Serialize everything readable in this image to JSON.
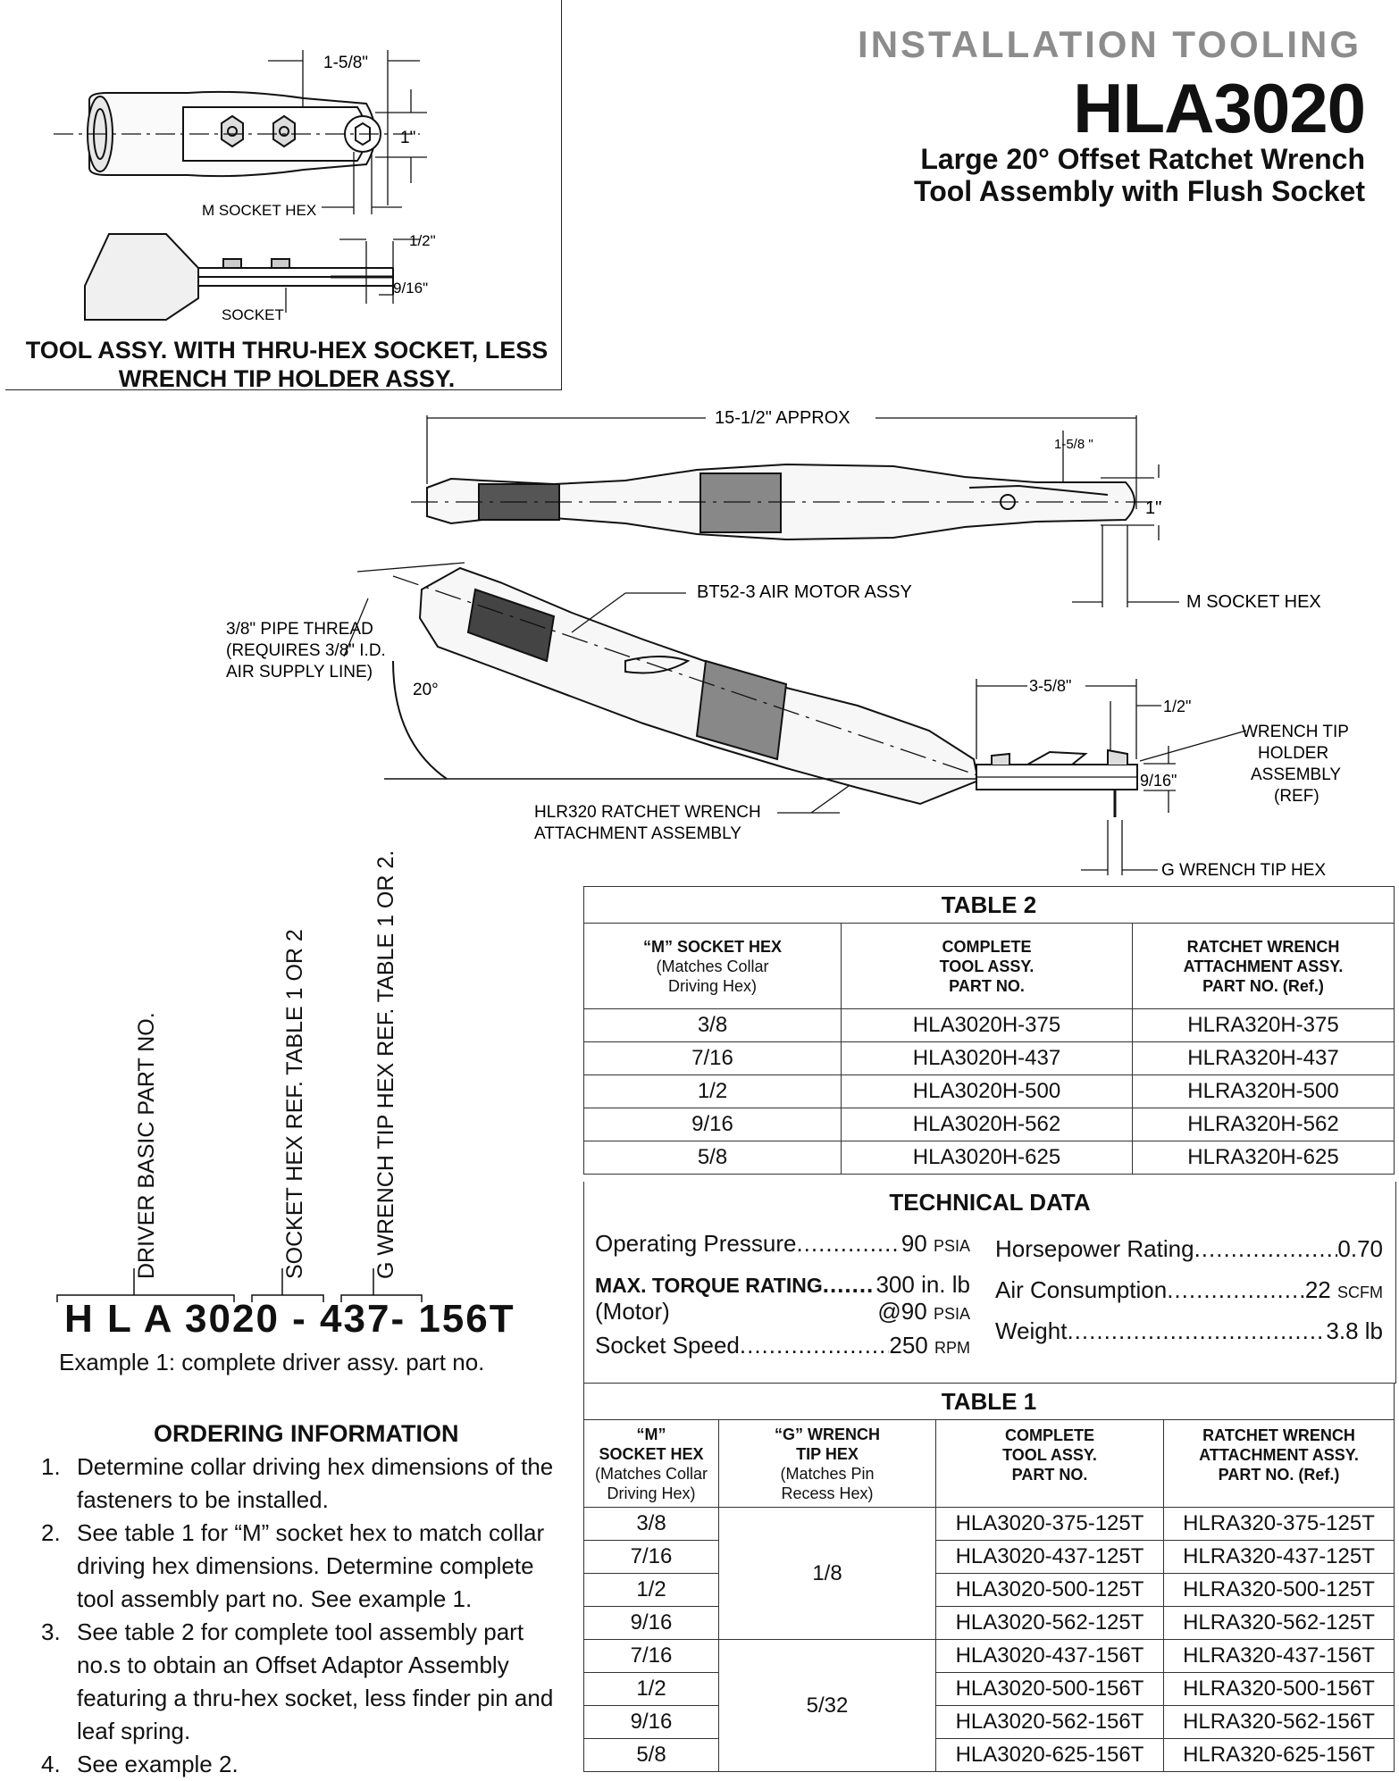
{
  "header": {
    "kicker": "INSTALLATION TOOLING",
    "model": "HLA3020",
    "subtitle_line1": "Large 20° Offset Ratchet Wrench",
    "subtitle_line2": "Tool Assembly with Flush Socket"
  },
  "inset": {
    "dim_top": "1-5/8\"",
    "dim_height": "1\"",
    "m_socket_hex": "M SOCKET HEX",
    "dim_half": "1/2\"",
    "dim_9_16": "9/16\"",
    "socket": "SOCKET",
    "caption_line1": "TOOL ASSY. WITH THRU-HEX SOCKET, LESS",
    "caption_line2": "WRENCH TIP HOLDER ASSY."
  },
  "diagram": {
    "length": "15-1/2\" APPROX",
    "dim_1_5_8": "1-5/8 \"",
    "dim_1": "1\"",
    "m_socket_hex": "M SOCKET HEX",
    "air_motor": "BT52-3 AIR MOTOR ASSY",
    "pipe_line1": "3/8\" PIPE THREAD",
    "pipe_line2": "(REQUIRES 3/8\" I.D.",
    "pipe_line3": "AIR SUPPLY LINE)",
    "angle": "20°",
    "dim_3_5_8": "3-5/8\"",
    "dim_half": "1/2\"",
    "wrench_tip_1": "WRENCH TIP",
    "wrench_tip_2": "HOLDER",
    "wrench_tip_3": "ASSEMBLY",
    "wrench_tip_4": "(REF)",
    "dim_9_16": "9/16\"",
    "ratchet_1": "HLR320 RATCHET WRENCH",
    "ratchet_2": "ATTACHMENT ASSEMBLY",
    "g_tip_hex": "G WRENCH TIP HEX"
  },
  "table2": {
    "title": "TABLE 2",
    "headers": [
      {
        "l1": "“M” SOCKET HEX",
        "l2": "(Matches Collar",
        "l3": "Driving Hex)"
      },
      {
        "l1": "COMPLETE",
        "l2": "TOOL ASSY.",
        "l3": "PART NO."
      },
      {
        "l1": "RATCHET WRENCH",
        "l2": "ATTACHMENT ASSY.",
        "l3": "PART NO. (Ref.)"
      }
    ],
    "rows": [
      [
        "3/8",
        "HLA3020H-375",
        "HLRA320H-375"
      ],
      [
        "7/16",
        "HLA3020H-437",
        "HLRA320H-437"
      ],
      [
        "1/2",
        "HLA3020H-500",
        "HLRA320H-500"
      ],
      [
        "9/16",
        "HLA3020H-562",
        "HLRA320H-562"
      ],
      [
        "5/8",
        "HLA3020H-625",
        "HLRA320H-625"
      ]
    ]
  },
  "tech": {
    "title": "TECHNICAL DATA",
    "pressure_label": "Operating Pressure",
    "pressure_val": "90",
    "pressure_unit": "PSIA",
    "torque_label": "MAX. TORQUE RATING",
    "torque_val": "300 in. lb",
    "motor_label": "(Motor)",
    "motor_val": "@90",
    "motor_unit": "PSIA",
    "speed_label": "Socket Speed",
    "speed_val": "250",
    "speed_unit": "RPM",
    "hp_label": "Horsepower Rating",
    "hp_val": "0.70",
    "air_label": "Air Consumption",
    "air_val": "22",
    "air_unit": "SCFM",
    "weight_label": "Weight",
    "weight_val": "3.8 lb"
  },
  "table1": {
    "title": "TABLE 1",
    "headers": [
      {
        "l1": "“M”",
        "l2": "SOCKET HEX",
        "l3": "(Matches Collar",
        "l4": "Driving Hex)"
      },
      {
        "l1": "“G” WRENCH",
        "l2": "TIP HEX",
        "l3": "(Matches Pin",
        "l4": "Recess Hex)"
      },
      {
        "l1": "COMPLETE",
        "l2": "TOOL ASSY.",
        "l3": "PART NO.",
        "l4": ""
      },
      {
        "l1": "RATCHET WRENCH",
        "l2": "ATTACHMENT ASSY.",
        "l3": "PART NO. (Ref.)",
        "l4": ""
      }
    ],
    "group1_tip": "1/8",
    "group2_tip": "5/32",
    "rows": [
      [
        "3/8",
        "HLA3020-375-125T",
        "HLRA320-375-125T"
      ],
      [
        "7/16",
        "HLA3020-437-125T",
        "HLRA320-437-125T"
      ],
      [
        "1/2",
        "HLA3020-500-125T",
        "HLRA320-500-125T"
      ],
      [
        "9/16",
        "HLA3020-562-125T",
        "HLRA320-562-125T"
      ],
      [
        "7/16",
        "HLA3020-437-156T",
        "HLRA320-437-156T"
      ],
      [
        "1/2",
        "HLA3020-500-156T",
        "HLRA320-500-156T"
      ],
      [
        "9/16",
        "HLA3020-562-156T",
        "HLRA320-562-156T"
      ],
      [
        "5/8",
        "HLA3020-625-156T",
        "HLRA320-625-156T"
      ]
    ]
  },
  "partnumber": {
    "label_driver": "DRIVER BASIC PART NO.",
    "label_socket": "SOCKET HEX REF. TABLE 1 OR 2",
    "label_tip": "G WRENCH TIP  HEX REF. TABLE 1 OR 2.",
    "value": "H L A 3020 - 437- 156T",
    "example": "Example 1: complete driver assy. part no."
  },
  "ordering": {
    "title": "ORDERING INFORMATION",
    "items": [
      {
        "num": "1.",
        "text": "Determine collar driving hex dimensions of the fasteners to be installed."
      },
      {
        "num": "2.",
        "text": "See table 1 for “M” socket hex to match collar driving hex dimensions. Determine complete tool assembly part no. See example 1."
      },
      {
        "num": "3.",
        "text": "See table 2 for complete tool assembly part no.s to obtain an Offset Adaptor Assembly featuring a thru-hex socket, less finder pin and leaf spring."
      },
      {
        "num": "4.",
        "text": "See example 2."
      }
    ]
  }
}
